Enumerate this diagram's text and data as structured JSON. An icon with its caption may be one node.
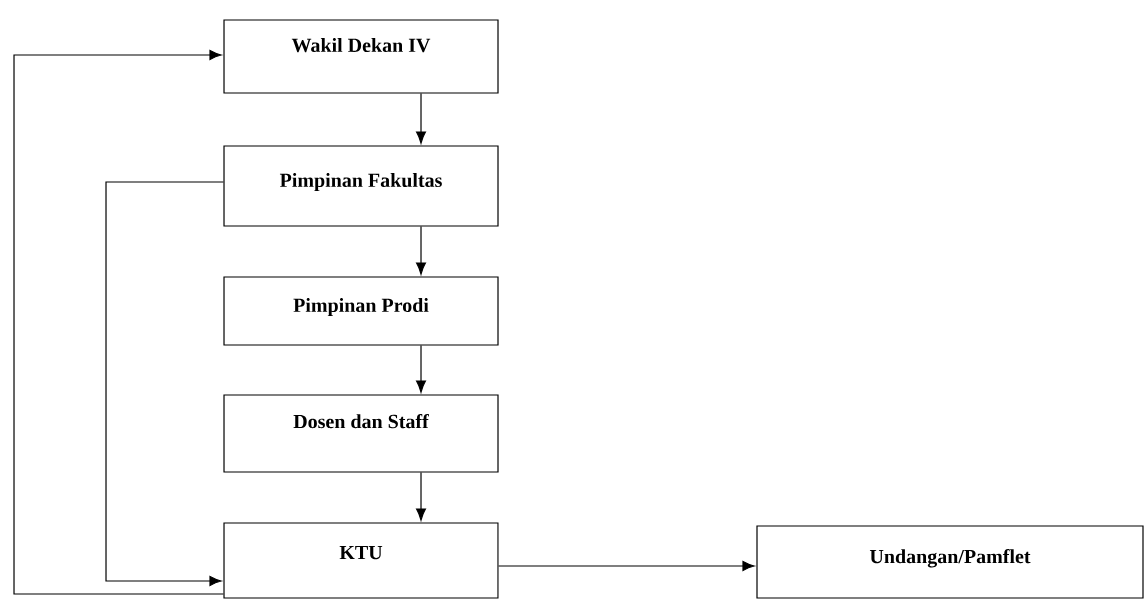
{
  "diagram": {
    "nodes": [
      {
        "text": [
          "Wakil Dekan IV"
        ]
      },
      {
        "text": [
          "Pimpinan Fakultas"
        ]
      },
      {
        "text": [
          "Pimpinan Prodi"
        ]
      },
      {
        "text": [
          "Dosen dan Staff"
        ]
      },
      {
        "text": [
          "KTU"
        ]
      },
      {
        "text": [
          "Undangan/Pamflet"
        ]
      }
    ],
    "edges": [
      {
        "from": 0,
        "to": 1,
        "arrow": "to"
      },
      {
        "from": 1,
        "to": 2,
        "arrow": "to"
      },
      {
        "from": 2,
        "to": 3,
        "arrow": "to"
      },
      {
        "from": 3,
        "to": 4,
        "arrow": "to"
      },
      {
        "from": 1,
        "to": 4,
        "arrow": "to"
      },
      {
        "from": 4,
        "to": 0,
        "arrow": "to"
      },
      {
        "from": 4,
        "to": 5,
        "arrow": "to"
      }
    ]
  }
}
